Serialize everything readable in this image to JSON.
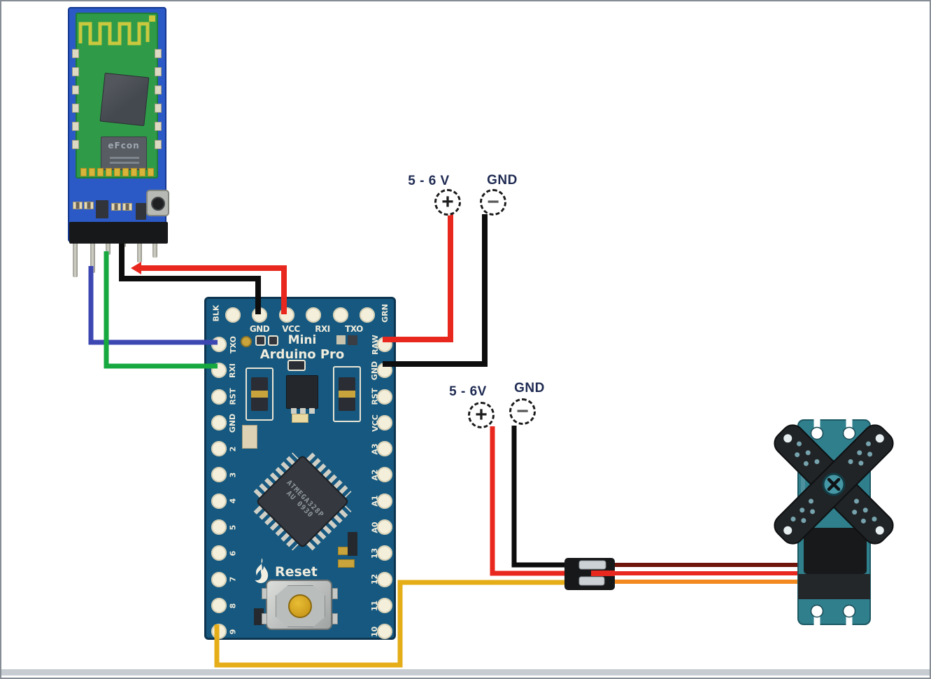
{
  "diagram": {
    "description": "Wiring diagram: Bluetooth serial module and servo motor connected to an Arduino Pro Mini with external 5-6V supplies"
  },
  "bluetooth_module": {
    "chip_label": "eFcon",
    "board_color": "#2b59c6",
    "pcb_color": "#2f9b48",
    "antenna_color": "#c9c83e",
    "pin_count": 6
  },
  "arduino": {
    "board_color": "#16587f",
    "title_line1": "Mini",
    "title_line2": "Arduino Pro",
    "reset_label": "Reset",
    "chip_line1": "ATMEGA328P",
    "chip_line2": "AU 0930",
    "corner_left": "BLK",
    "corner_right": "GRN",
    "top_pins": [
      "GND",
      "VCC",
      "RXI",
      "TXO"
    ],
    "left_pins": [
      "TXO",
      "RXI",
      "RST",
      "GND",
      "2",
      "3",
      "4",
      "5",
      "6",
      "7",
      "8",
      "9"
    ],
    "right_pins": [
      "RAW",
      "GND",
      "RST",
      "VCC",
      "A3",
      "A2",
      "A1",
      "A0",
      "13",
      "12",
      "11",
      "10"
    ]
  },
  "power_arduino": {
    "voltage": "5 - 6 V",
    "gnd": "GND",
    "plus": "+",
    "minus": "−"
  },
  "power_servo": {
    "voltage": "5 - 6V",
    "gnd": "GND",
    "plus": "+",
    "minus": "−"
  },
  "servo": {
    "body_color": "#2f7f8d",
    "horn_color": "#212427"
  },
  "wires": {
    "bt_blue": {
      "color": "#3d47b2",
      "from": "Bluetooth module pin",
      "to": "Arduino TXO"
    },
    "bt_green": {
      "color": "#17a93f",
      "from": "Bluetooth module pin",
      "to": "Arduino RXI"
    },
    "bt_black": {
      "color": "#0d0d0d",
      "from": "Bluetooth module pin",
      "to": "Arduino GND"
    },
    "bt_red": {
      "color": "#e8281f",
      "from": "Bluetooth module pin",
      "to": "Arduino VCC"
    },
    "pwr1_red": {
      "color": "#e8281f",
      "from": "5 - 6 V plus terminal",
      "to": "Arduino RAW"
    },
    "pwr1_black": {
      "color": "#0d0d0d",
      "from": "GND minus terminal",
      "to": "Arduino GND"
    },
    "pwr2_red": {
      "color": "#e8281f",
      "from": "5 - 6V plus terminal",
      "to": "servo connector"
    },
    "pwr2_black": {
      "color": "#0d0d0d",
      "from": "GND minus terminal",
      "to": "servo connector"
    },
    "signal_yellow": {
      "color": "#e5ae19",
      "from": "Arduino pin 9",
      "to": "servo connector"
    },
    "servo_brown": {
      "color": "#6e150c",
      "from": "connector",
      "to": "servo"
    },
    "servo_red": {
      "color": "#e8281f",
      "from": "connector",
      "to": "servo"
    },
    "servo_orange": {
      "color": "#f28a1f",
      "from": "connector",
      "to": "servo"
    },
    "connector_block_color": "#17181a",
    "connector_latch_color": "#ccd1d5"
  }
}
